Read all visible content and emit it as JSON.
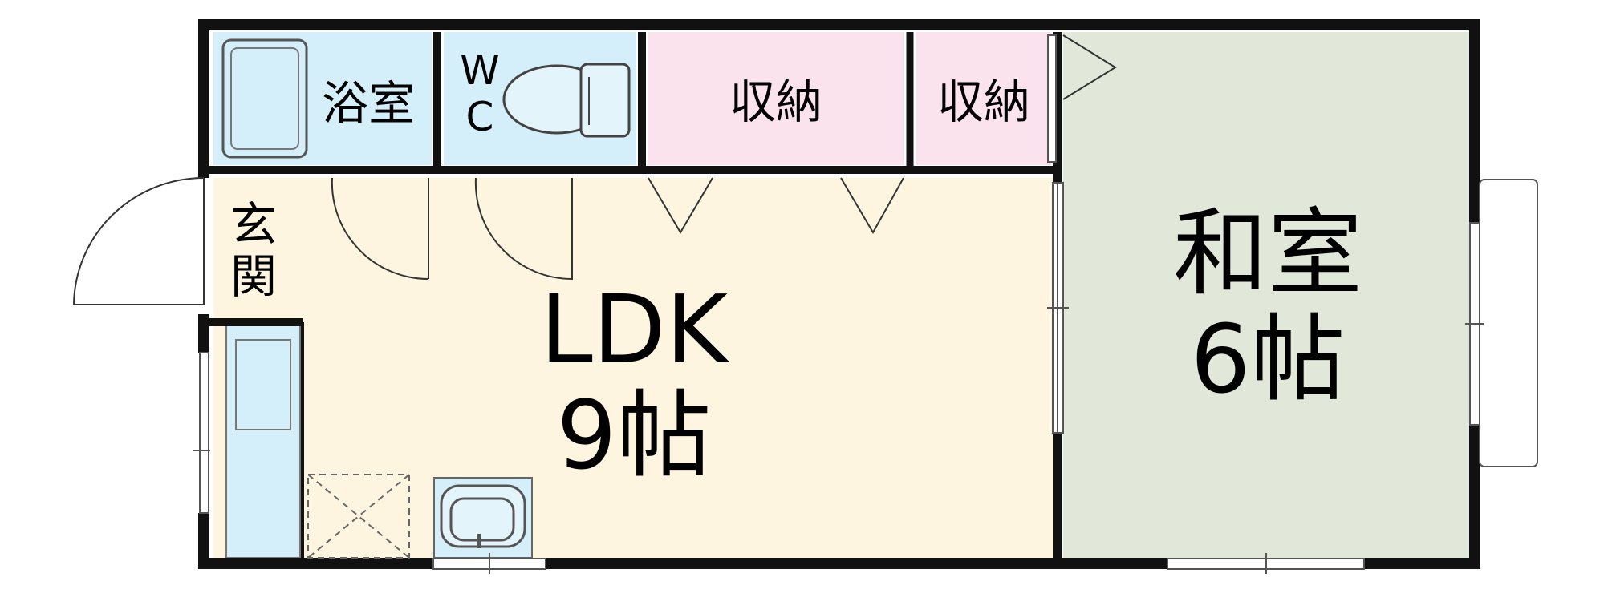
{
  "plan": {
    "bath": "浴室",
    "wc": [
      "W",
      "C"
    ],
    "storage_1": "収納",
    "storage_2": "収納",
    "entrance": [
      "玄",
      "関"
    ],
    "ldk": {
      "name": "LDK",
      "size": "9帖"
    },
    "washitsu": {
      "name": "和室",
      "size": "6帖"
    }
  },
  "colors": {
    "wet_area": "#d4eefa",
    "storage": "#fbe3ee",
    "ldk_floor": "#fdf5e0",
    "tatami": "#e1e8da",
    "wall": "#111111"
  }
}
